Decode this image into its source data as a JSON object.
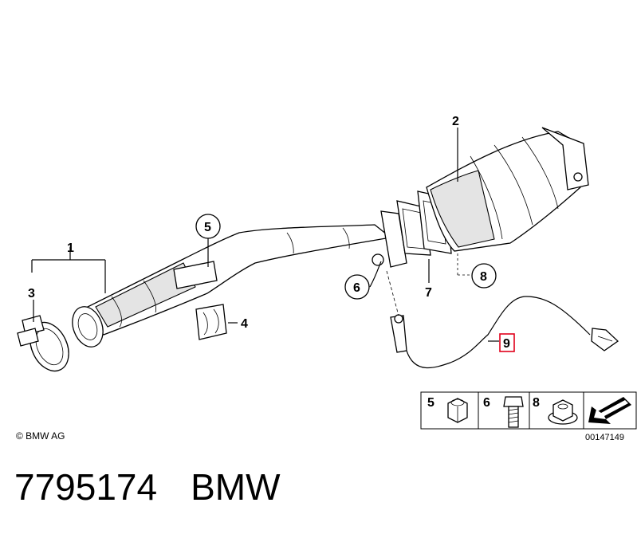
{
  "callouts": {
    "c1": "1",
    "c2": "2",
    "c3": "3",
    "c4": "4",
    "c5": "5",
    "c6": "6",
    "c7": "7",
    "c8": "8",
    "c9": "9"
  },
  "highlight_color": "#e0001b",
  "legend": {
    "items": [
      {
        "label": "5",
        "icon": "nut-icon"
      },
      {
        "label": "6",
        "icon": "bolt-icon"
      },
      {
        "label": "8",
        "icon": "flange-nut-icon"
      }
    ],
    "arrow_icon": "front-direction-arrow-icon",
    "image_number": "00147149"
  },
  "copyright": "© BMW AG",
  "part_number": "7795174",
  "brand": "BMW"
}
